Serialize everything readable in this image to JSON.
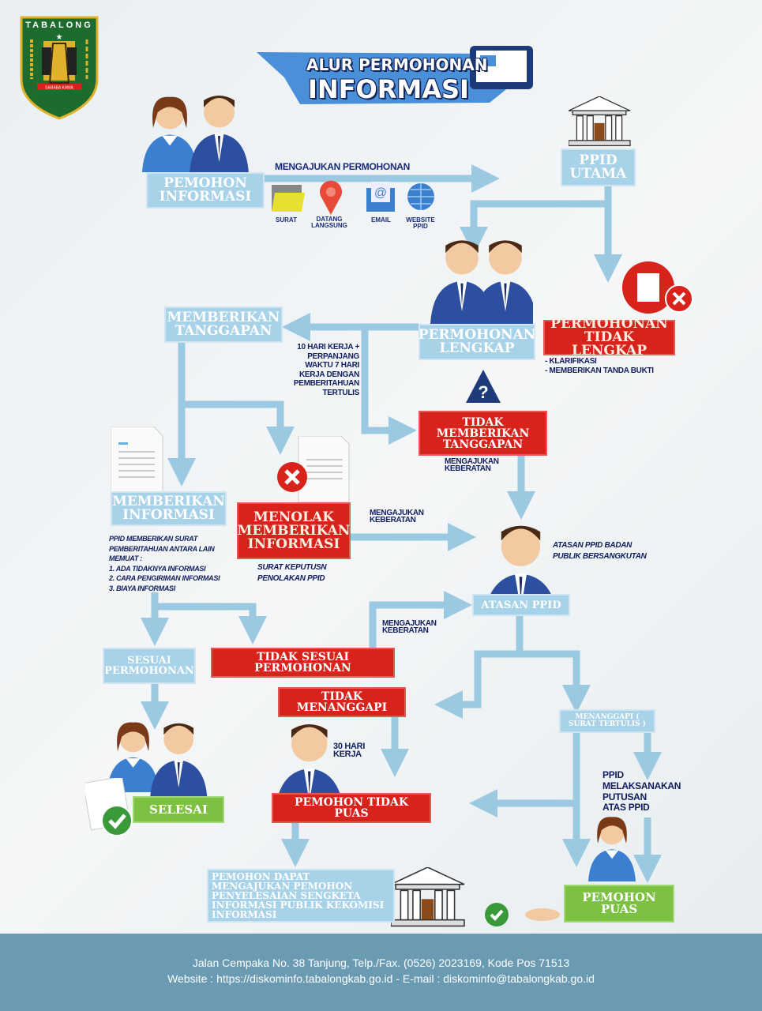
{
  "logo": {
    "text_top": "TABALONG",
    "motto": "SARABA KAWA"
  },
  "title": {
    "line1": "ALUR PERMOHONAN",
    "line2": "INFORMASI"
  },
  "nodes": {
    "pemohon_informasi": "PEMOHON INFORMASI",
    "ppid_utama": "PPID UTAMA",
    "permohonan_lengkap": "PERMOHONAN LENGKAP",
    "permohonan_tidak_lengkap": "PERMOHONAN TIDAK LENGKAP",
    "memberikan_tanggapan": "MEMBERIKAN TANGGAPAN",
    "tidak_memberikan_tanggapan": "TIDAK MEMBERIKAN TANGGAPAN",
    "memberikan_informasi": "MEMBERIKAN INFORMASI",
    "menolak": "MENOLAK MEMBERIKAN INFORMASI",
    "atasan_ppid": "ATASAN PPID",
    "sesuai_permohonan": "SESUAI PERMOHONAN",
    "tidak_sesuai": "TIDAK SESUAI PERMOHONAN",
    "tidak_menanggapi": "TIDAK MENANGGAPI",
    "menanggapi": "MENANGGAPI ( SURAT TERTULIS )",
    "selesai": "SELESAI",
    "pemohon_tidak_puas": "PEMOHON TIDAK PUAS",
    "pemohon_puas": "PEMOHON PUAS",
    "sengketa": "PEMOHON DAPAT MENGAJUKAN PEMOHON PENYELESAIAN SENGKETA INFORMASI PUBLIK KEKOMISI INFORMASI"
  },
  "channels": {
    "label": "MENGAJUKAN PERMOHONAN",
    "items": [
      "SURAT",
      "DATANG LANGSUNG",
      "EMAIL",
      "WEBSITE PPID"
    ]
  },
  "notes": {
    "tidak_lengkap": "- KLARIFIKASI\n- MEMBERIKAN TANDA BUKTI",
    "waktu": "10 HARI KERJA +\nPERPANJANG\nWAKTU 7 HARI\nKERJA DENGAN\nPEMBERITAHUAN\nTERTULIS",
    "keberatan1": "MENGAJUKAN\nKEBERATAN",
    "keberatan2": "MENGAJUKAN\nKEBERATAN",
    "keberatan3": "MENGAJUKAN\nKEBERATAN",
    "atasan_desc": "ATASAN PPID BADAN\nPUBLIK BERSANGKUTAN",
    "surat_pemberitahuan": "PPID MEMBERIKAN SURAT\nPEMBERITAHUAN ANTARA LAIN\nMEMUAT :\n1. ADA TIDAKNYA INFORMASI\n2. CARA PENGIRIMAN INFORMASI\n3. BIAYA INFORMASI",
    "surat_keputusan": "SURAT KEPUTUSN\nPENOLAKAN PPID",
    "hari30": "30 HARI\nKERJA",
    "melaksanakan": "PPID\nMELAKSANAKAN\nPUTUSAN\nATAS PPID"
  },
  "footer": {
    "line1": "Jalan Cempaka No. 38 Tanjung, Telp./Fax. (0526) 2023169, Kode Pos 71513",
    "line2": "Website : https://diskominfo.tabalongkab.go.id - E-mail : diskominfo@tabalongkab.go.id"
  },
  "colors": {
    "arrow": "#9cc9e2",
    "red": "#d8231d",
    "green": "#7cc142",
    "footer": "#6a9bb3"
  }
}
